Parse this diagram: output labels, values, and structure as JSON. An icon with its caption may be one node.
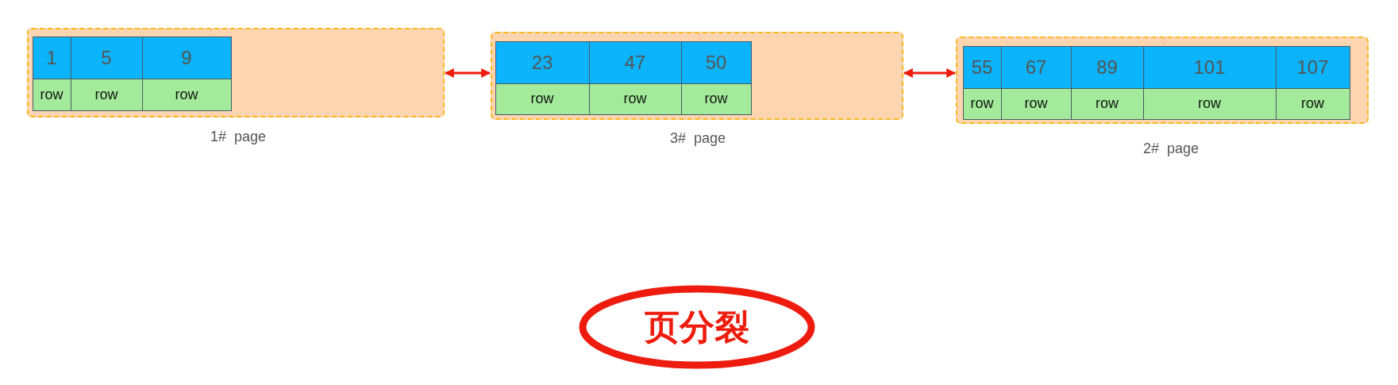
{
  "diagram": {
    "nodes": [
      {
        "text": [
          "1#  page"
        ]
      },
      {
        "text": [
          "1"
        ],
        "in": 0
      },
      {
        "text": [
          "5"
        ],
        "in": 0
      },
      {
        "text": [
          "9"
        ],
        "in": 0
      },
      {
        "text": [
          "row"
        ],
        "in": 0
      },
      {
        "text": [
          "row"
        ],
        "in": 0
      },
      {
        "text": [
          "row"
        ],
        "in": 0
      },
      {
        "text": [
          "3#  page"
        ]
      },
      {
        "text": [
          "23"
        ],
        "in": 7
      },
      {
        "text": [
          "47"
        ],
        "in": 7
      },
      {
        "text": [
          "50"
        ],
        "in": 7
      },
      {
        "text": [
          "row"
        ],
        "in": 7
      },
      {
        "text": [
          "row"
        ],
        "in": 7
      },
      {
        "text": [
          "row"
        ],
        "in": 7
      },
      {
        "text": [
          "2#  page"
        ]
      },
      {
        "text": [
          "55"
        ],
        "in": 14
      },
      {
        "text": [
          "67"
        ],
        "in": 14
      },
      {
        "text": [
          "89"
        ],
        "in": 14
      },
      {
        "text": [
          "101"
        ],
        "in": 14
      },
      {
        "text": [
          "107"
        ],
        "in": 14
      },
      {
        "text": [
          "row"
        ],
        "in": 14
      },
      {
        "text": [
          "row"
        ],
        "in": 14
      },
      {
        "text": [
          "row"
        ],
        "in": 14
      },
      {
        "text": [
          "row"
        ],
        "in": 14
      },
      {
        "text": [
          "row"
        ],
        "in": 14
      },
      {
        "text": [
          "页分裂"
        ]
      }
    ],
    "edges": [
      {
        "from": 0,
        "to": 7,
        "arrow": "both",
        "color": "#ee1c0e"
      },
      {
        "from": 7,
        "to": 14,
        "arrow": "both",
        "color": "#ee1c0e"
      }
    ]
  }
}
